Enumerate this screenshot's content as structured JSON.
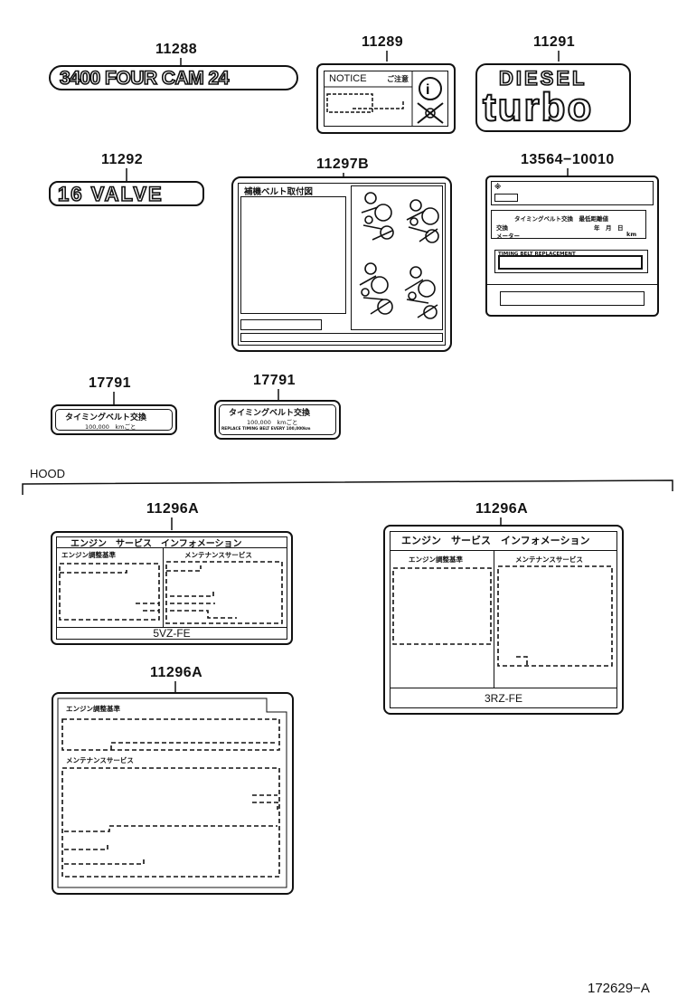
{
  "parts": {
    "p11288": {
      "number": "11288",
      "text": "3400 FOUR CAM 24"
    },
    "p11289": {
      "number": "11289",
      "notice": "NOTICE",
      "notice_jp": "ご注意"
    },
    "p11291": {
      "number": "11291",
      "line1": "DIESEL",
      "line2": "turbo"
    },
    "p11292": {
      "number": "11292",
      "text": "16 VALVE"
    },
    "p11297b": {
      "number": "11297B",
      "title": "補機ベルト取付図"
    },
    "p13564": {
      "number": "13564−10010",
      "row1": "タイミングベルト交換　最低距離値",
      "row2": "交換",
      "row2b": "年　月　日",
      "row3": "メーター",
      "row3b": "km",
      "english": "TIMING BELT REPLACEMENT"
    },
    "p17791a": {
      "number": "17791",
      "line1": "タイミングベルト交換",
      "line2": "100,000　kmごと"
    },
    "p17791b": {
      "number": "17791",
      "line1": "タイミングベルト交換",
      "line2": "100,000　kmごと",
      "line3": "REPLACE TIMING BELT EVERY 100,000km"
    },
    "hood_label": "HOOD",
    "p11296a_1": {
      "number": "11296A",
      "title": "エンジン　サービス　インフォメーション",
      "left": "エンジン調整基準",
      "right": "メンテナンスサービス",
      "engine": "5VZ-FE"
    },
    "p11296a_2": {
      "number": "11296A",
      "title": "エンジン　サービス　インフォメーション",
      "left": "エンジン調整基準",
      "right": "メンテナンスサービス",
      "engine": "3RZ-FE"
    },
    "p11296a_3": {
      "number": "11296A",
      "left": "エンジン調整基準",
      "right": "メンテナンスサービス"
    }
  },
  "diagram_id": "172629−A"
}
